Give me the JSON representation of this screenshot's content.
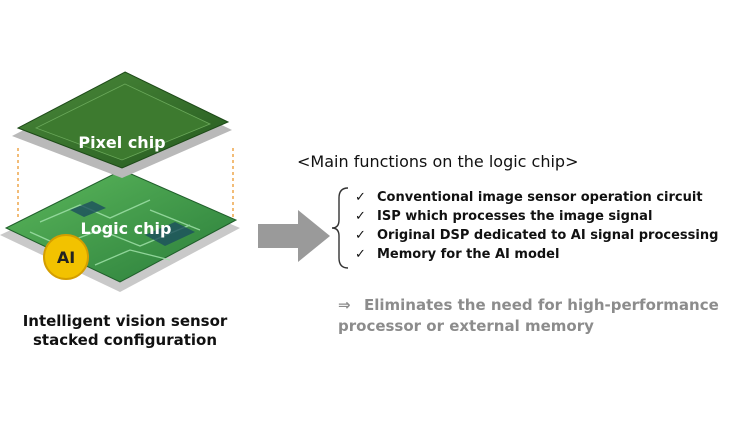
{
  "diagram": {
    "pixel_chip_label": "Pixel chip",
    "logic_chip_label": "Logic chip",
    "ai_badge": "AI",
    "caption_line1": "Intelligent vision sensor",
    "caption_line2": "stacked configuration",
    "functions_title": "<Main functions on the logic chip>",
    "check_symbol": "✓",
    "functions": [
      "Conventional image sensor operation circuit",
      "ISP which processes the image signal",
      "Original DSP dedicated to AI signal processing",
      "Memory for the AI model"
    ],
    "implies_symbol": "⇒",
    "conclusion_line1": "Eliminates the need for high-performance",
    "conclusion_line2": "processor or external memory"
  },
  "colors": {
    "pixel_chip": "#2f6b25",
    "logic_chip": "#3f9a4a",
    "ai_badge": "#f2c200",
    "arrow": "#9a9a9a",
    "conclusion_text": "#8c8c8c",
    "dashed_guides": "#e8901e"
  }
}
